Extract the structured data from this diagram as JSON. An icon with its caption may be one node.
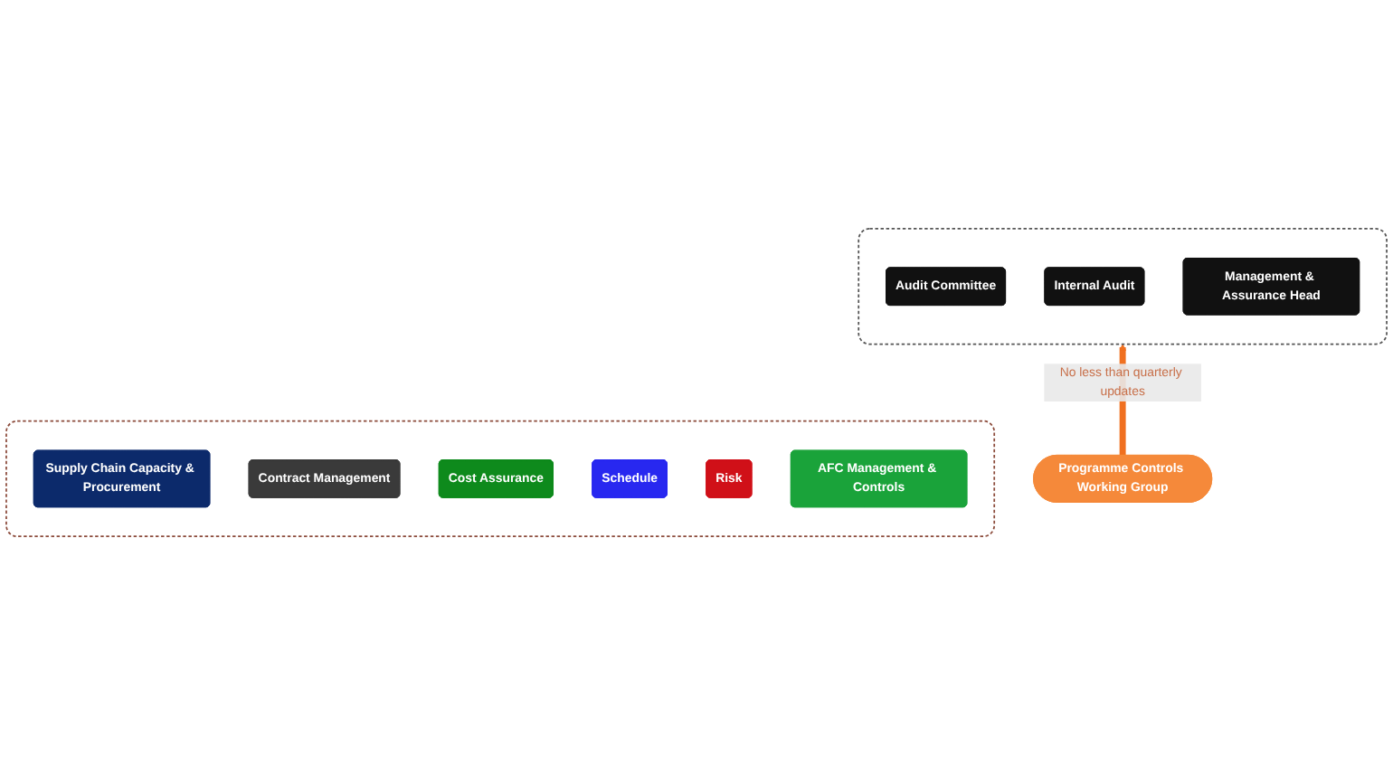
{
  "diagram": {
    "nodes": [
      {
        "text": [],
        "shape": "box"
      },
      {
        "text": [
          "Audit Committee"
        ],
        "in": 0
      },
      {
        "text": [
          "Internal Audit"
        ],
        "in": 0
      },
      {
        "text": [
          "Management & Assurance Head"
        ],
        "in": 0
      },
      {
        "text": [
          "Programme Controls Working Group"
        ]
      },
      {
        "text": [],
        "shape": "box"
      },
      {
        "text": [
          "Supply Chain Capacity & Procurement"
        ],
        "in": 5
      },
      {
        "text": [
          "Contract Management"
        ],
        "in": 5
      },
      {
        "text": [
          "Cost Assurance"
        ],
        "in": 5
      },
      {
        "text": [
          "Schedule"
        ],
        "in": 5
      },
      {
        "text": [
          "Risk"
        ],
        "in": 5
      },
      {
        "text": [
          "AFC Management & Controls"
        ],
        "in": 5
      }
    ],
    "edges": [
      {
        "from": 4,
        "to": 0,
        "arrow": "to",
        "label": "No less than quarterly updates",
        "color": "#f07020"
      }
    ]
  }
}
